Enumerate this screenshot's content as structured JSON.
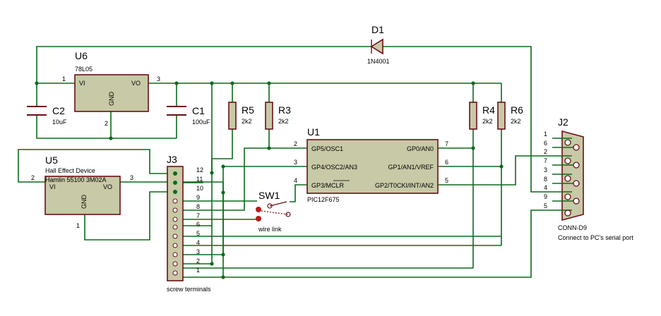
{
  "d1": {
    "ref": "D1",
    "value": "1N4001"
  },
  "u6": {
    "ref": "U6",
    "value": "78L05",
    "pin_vi": "1",
    "pin_vo": "3",
    "pin_gnd": "2",
    "vi": "VI",
    "vo": "VO",
    "gnd": "GND"
  },
  "c2": {
    "ref": "C2",
    "value": "10uF"
  },
  "c1": {
    "ref": "C1",
    "value": "100uF"
  },
  "r5": {
    "ref": "R5",
    "value": "2k2"
  },
  "r3": {
    "ref": "R3",
    "value": "2k2"
  },
  "r4": {
    "ref": "R4",
    "value": "2k2"
  },
  "r6": {
    "ref": "R6",
    "value": "2k2"
  },
  "u1": {
    "ref": "U1",
    "value": "PIC12F675",
    "pins": [
      "2",
      "3",
      "4",
      "7",
      "6",
      "5"
    ],
    "signals": [
      "GP5/OSC1",
      "GP4/OSC2/AN3",
      "GP3/MCLR",
      "GP0/AN0",
      "GP1/AN1/VREF",
      "GP2/T0CKI/INT/AN2"
    ]
  },
  "u5": {
    "ref": "U5",
    "description": "Hall Effect Device",
    "part": "Hamlin 55100 3M02A",
    "pin_vi": "2",
    "pin_vo": "3",
    "pin_gnd": "1",
    "vi": "VI",
    "vo": "VO",
    "gnd": "GND"
  },
  "sw1": {
    "ref": "SW1",
    "value": "wire link"
  },
  "j3": {
    "ref": "J3",
    "value": "screw terminals",
    "pins": [
      "12",
      "11",
      "10",
      "9",
      "8",
      "7",
      "6",
      "5",
      "4",
      "3",
      "2",
      "1"
    ]
  },
  "j2": {
    "ref": "J2",
    "value": "CONN-D9",
    "description": "Connect to PC's serial port",
    "pins": [
      "1",
      "6",
      "2",
      "7",
      "3",
      "8",
      "4",
      "9",
      "5"
    ]
  },
  "colors": {
    "wire": "#0b6b1a",
    "component_fill": "#c8c9a6",
    "component_outline": "#6b0f16",
    "switch_contact": "#b81b1b"
  }
}
